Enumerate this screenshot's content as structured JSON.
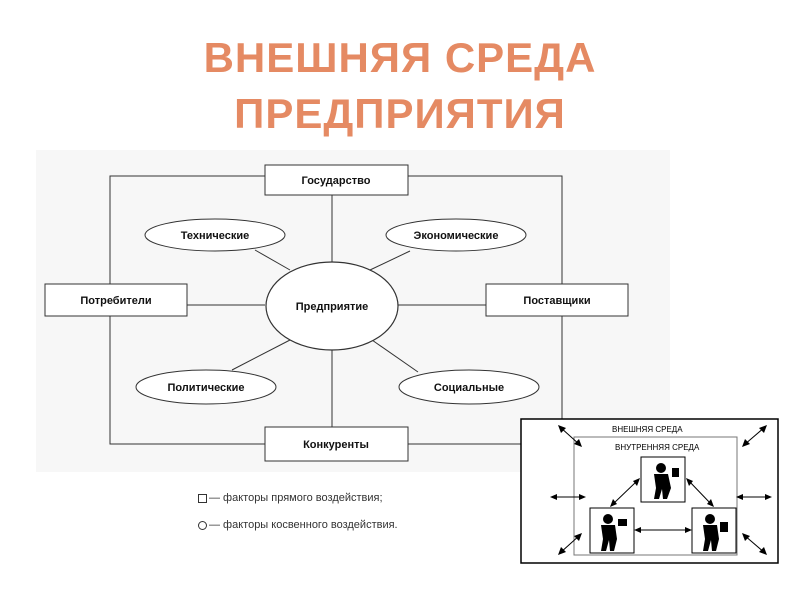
{
  "title": {
    "line1": "ВНЕШНЯЯ СРЕДА",
    "line2": "ПРЕДПРИЯТИЯ"
  },
  "diagram": {
    "center": "Предприятие",
    "top": "Государство",
    "bottom": "Конкуренты",
    "left": "Потребители",
    "right": "Поставщики",
    "tech": "Технические",
    "econ": "Экономические",
    "polit": "Политические",
    "social": "Социальные"
  },
  "legend": {
    "direct": "— факторы прямого воздействия;",
    "indirect": "— факторы косвенного воздействия."
  },
  "inset": {
    "outer": "ВНЕШНЯЯ СРЕДА",
    "inner": "ВНУТРЕННЯЯ СРЕДА"
  },
  "colors": {
    "title": "#e58a63",
    "lines": "#333333"
  }
}
